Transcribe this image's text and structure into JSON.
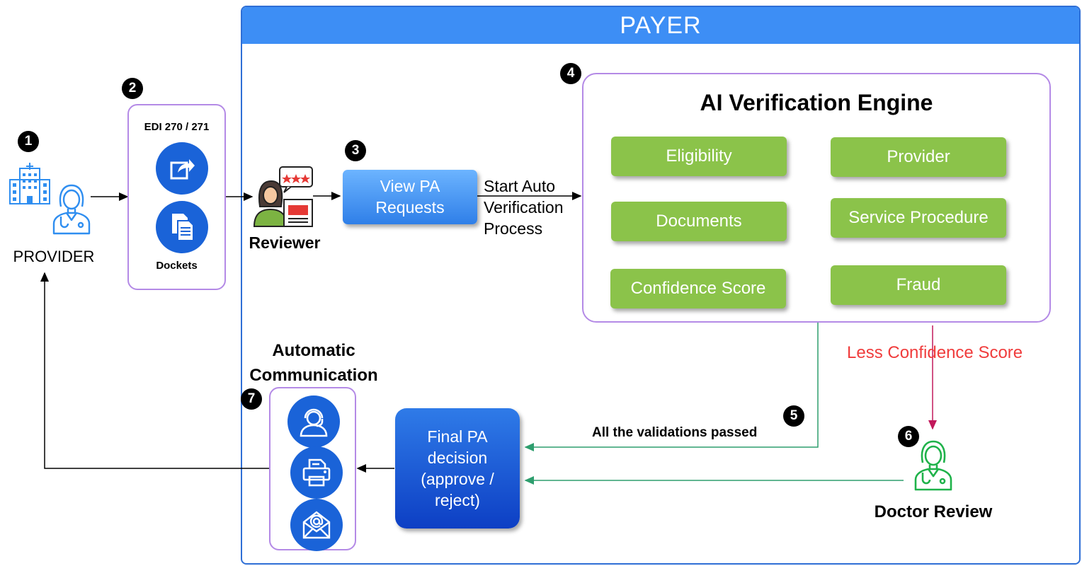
{
  "payer": {
    "title": "PAYER"
  },
  "steps": {
    "s1": "1",
    "s2": "2",
    "s3": "3",
    "s4": "4",
    "s5": "5",
    "s6": "6",
    "s7": "7"
  },
  "provider": {
    "label": "PROVIDER"
  },
  "edi": {
    "title": "EDI 270 / 271",
    "dockets_label": "Dockets"
  },
  "reviewer": {
    "label": "Reviewer"
  },
  "view_pa": {
    "line1": "View PA",
    "line2": "Requests"
  },
  "start_auto": {
    "line1": "Start Auto",
    "line2": "Verification",
    "line3": "Process"
  },
  "engine": {
    "title": "AI Verification Engine",
    "items": [
      "Eligibility",
      "Provider",
      "Documents",
      "Service Procedure",
      "Confidence Score",
      "Fraud"
    ]
  },
  "less_confidence": {
    "label": "Less Confidence Score",
    "color": "#f03c3c"
  },
  "validations": {
    "label": "All the validations passed"
  },
  "doctor": {
    "label": "Doctor Review"
  },
  "final_pa": {
    "line1": "Final PA",
    "line2": "decision",
    "line3": "(approve /",
    "line4": "reject)"
  },
  "communication": {
    "line1": "Automatic",
    "line2": "Communication"
  },
  "colors": {
    "payer_blue": "#3d8ef5",
    "icon_blue": "#1a63d8",
    "green": "#8bc34a",
    "lavender": "#b48ae6",
    "arrow_green": "#2e9e6e",
    "arrow_crimson": "#c2185b",
    "provider_icon": "#2f8ef0",
    "doctor_icon": "#1fb24a"
  },
  "icons": [
    "hospital-icon",
    "nurse-icon",
    "share-icon",
    "documents-icon",
    "reviewer-icon",
    "headset-agent-icon",
    "fax-icon",
    "email-icon",
    "doctor-icon"
  ]
}
